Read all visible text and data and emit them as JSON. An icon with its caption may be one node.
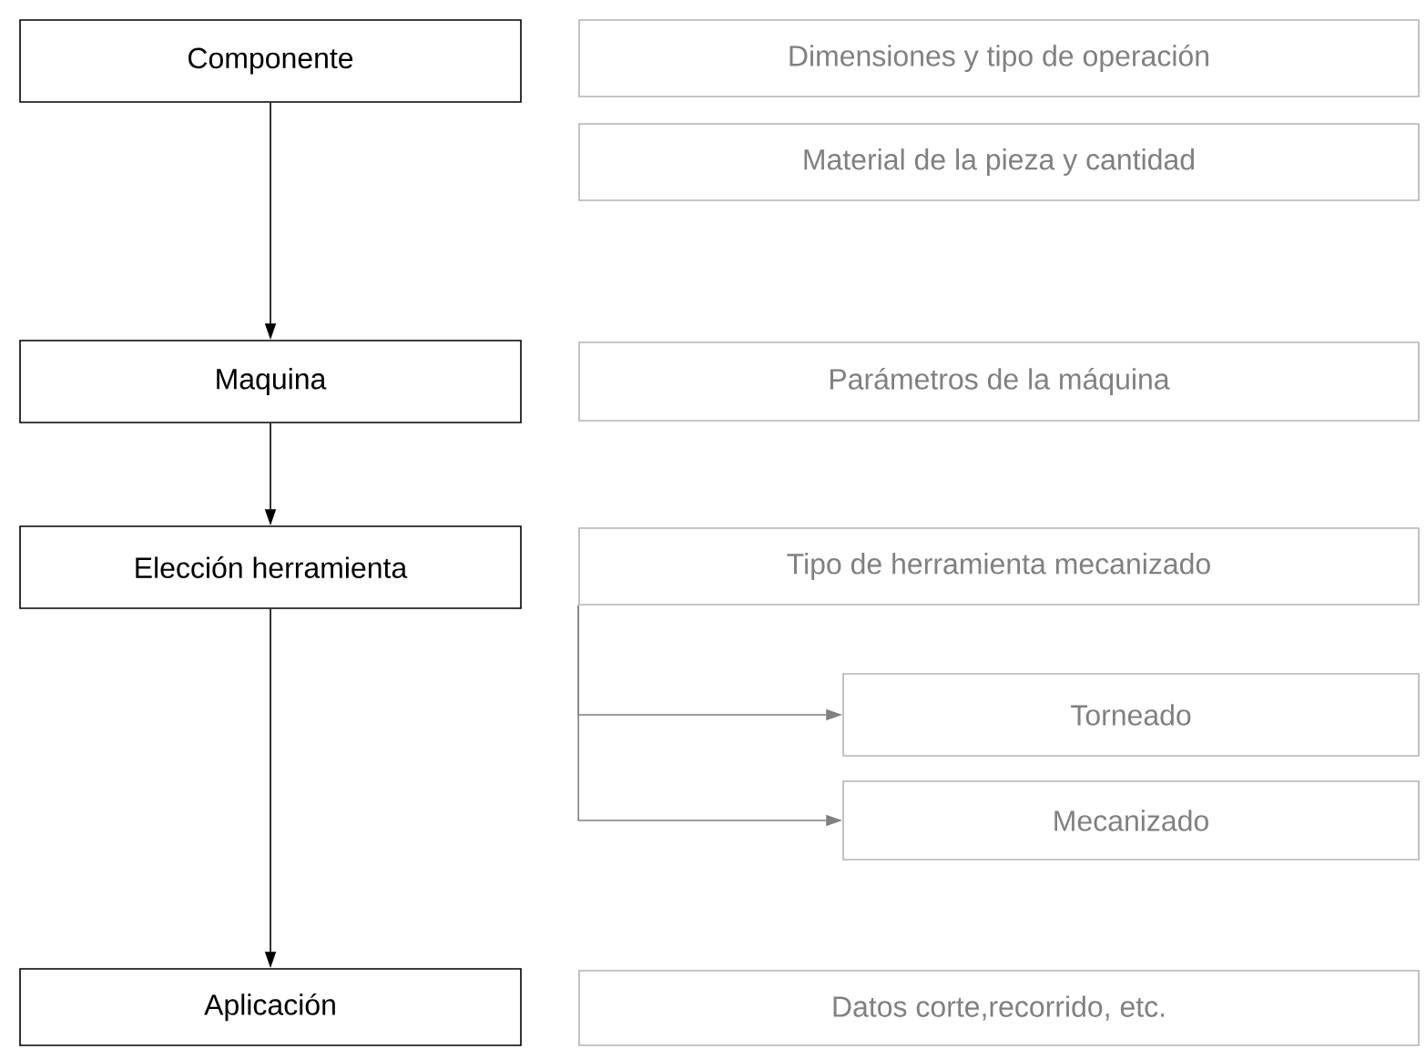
{
  "diagram": {
    "nodes": [
      {
        "text": [
          "Componente"
        ]
      },
      {
        "text": [
          "Dimensiones y tipo de operación"
        ]
      },
      {
        "text": [
          "Material de la pieza y cantidad"
        ]
      },
      {
        "text": [
          "Maquina"
        ]
      },
      {
        "text": [
          "Parámetros de la máquina"
        ]
      },
      {
        "text": [
          "Elección herramienta"
        ]
      },
      {
        "text": [
          "Tipo de herramienta mecanizado"
        ]
      },
      {
        "text": [
          "Torneado"
        ]
      },
      {
        "text": [
          "Mecanizado"
        ]
      },
      {
        "text": [
          "Aplicación"
        ]
      },
      {
        "text": [
          "Datos corte,recorrido, etc."
        ]
      }
    ],
    "edges": [
      {
        "from": 0,
        "to": 3,
        "arrow": "to"
      },
      {
        "from": 3,
        "to": 5,
        "arrow": "to"
      },
      {
        "from": 5,
        "to": 9,
        "arrow": "to"
      },
      {
        "from": 6,
        "to": 7,
        "arrow": "to",
        "color": "#808080"
      },
      {
        "from": 6,
        "to": 8,
        "arrow": "to",
        "color": "#808080"
      }
    ]
  }
}
